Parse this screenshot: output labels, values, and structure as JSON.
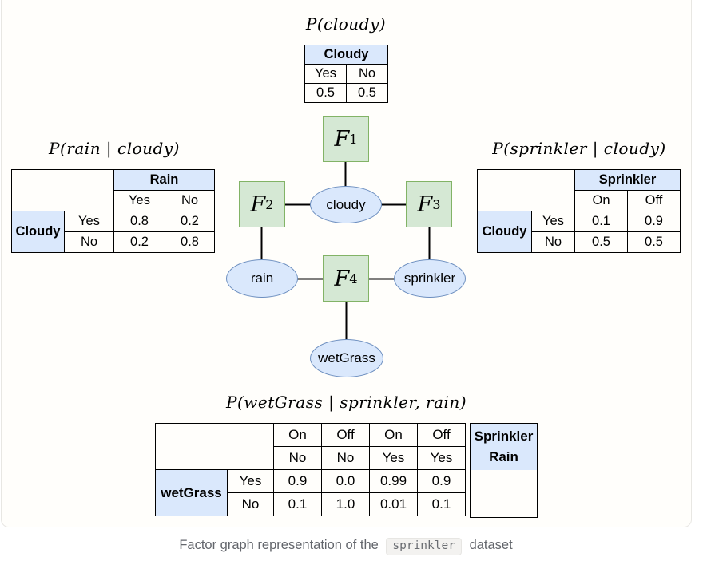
{
  "tables": {
    "cloudy": {
      "title": "P(cloudy)",
      "header": "Cloudy",
      "col_labels": [
        "Yes",
        "No"
      ],
      "values": [
        "0.5",
        "0.5"
      ]
    },
    "rain": {
      "title": "P(rain | cloudy)",
      "col_group": "Rain",
      "col_labels": [
        "Yes",
        "No"
      ],
      "row_group": "Cloudy",
      "row_labels": [
        "Yes",
        "No"
      ],
      "rows": [
        [
          "0.8",
          "0.2"
        ],
        [
          "0.2",
          "0.8"
        ]
      ]
    },
    "sprinkler": {
      "title": "P(sprinkler | cloudy)",
      "col_group": "Sprinkler",
      "col_labels": [
        "On",
        "Off"
      ],
      "row_group": "Cloudy",
      "row_labels": [
        "Yes",
        "No"
      ],
      "rows": [
        [
          "0.1",
          "0.9"
        ],
        [
          "0.5",
          "0.5"
        ]
      ]
    },
    "wetgrass": {
      "title": "P(wetGrass | sprinkler, rain)",
      "sprinkler_labels": [
        "On",
        "Off",
        "On",
        "Off"
      ],
      "rain_labels": [
        "No",
        "No",
        "Yes",
        "Yes"
      ],
      "col_group_top": "Sprinkler",
      "col_group_bottom": "Rain",
      "row_group": "wetGrass",
      "row_labels": [
        "Yes",
        "No"
      ],
      "rows": [
        [
          "0.9",
          "0.0",
          "0.99",
          "0.9"
        ],
        [
          "0.1",
          "1.0",
          "0.01",
          "0.1"
        ]
      ]
    }
  },
  "graph": {
    "factors": [
      {
        "label": "F",
        "sub": "1"
      },
      {
        "label": "F",
        "sub": "2"
      },
      {
        "label": "F",
        "sub": "3"
      },
      {
        "label": "F",
        "sub": "4"
      }
    ],
    "variables": [
      {
        "label": "cloudy"
      },
      {
        "label": "rain"
      },
      {
        "label": "sprinkler"
      },
      {
        "label": "wetGrass"
      }
    ]
  },
  "caption": {
    "prefix": "Factor graph representation of the",
    "code": "sprinkler",
    "suffix": "dataset"
  },
  "colors": {
    "factor_fill": "#d5e8d4",
    "factor_stroke": "#82b366",
    "variable_fill": "#dae8fc",
    "variable_stroke": "#6c8ebf",
    "table_header_fill": "#dae8fc",
    "caption_text": "#63666c"
  }
}
